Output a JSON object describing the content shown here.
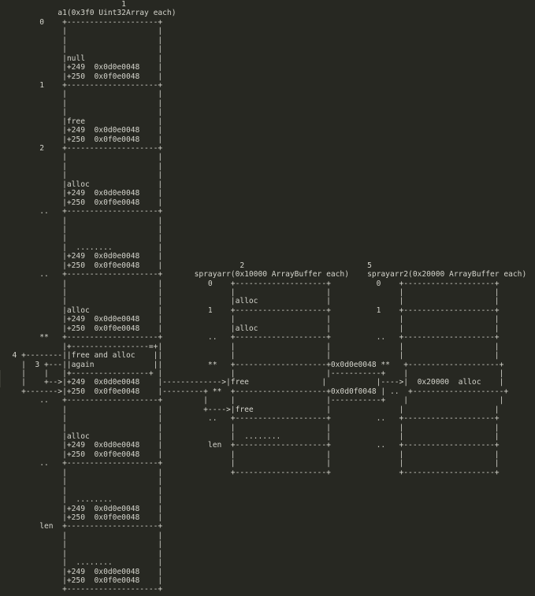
{
  "editor": {
    "lines": [
      "                          1",
      "            a1(0x3f0 Uint32Array each)",
      "        0    +--------------------+",
      "             |                    |",
      "             |                    |",
      "             |                    |",
      "             |null                |",
      "             |+249  0x0d0e0048    |",
      "             |+250  0x0f0e0048    |",
      "        1    +--------------------+",
      "             |                    |",
      "             |                    |",
      "             |                    |",
      "             |free                |",
      "             |+249  0x0d0e0048    |",
      "             |+250  0x0f0e0048    |",
      "        2    +--------------------+",
      "             |                    |",
      "             |                    |",
      "             |                    |",
      "             |alloc               |",
      "             |+249  0x0d0e0048    |",
      "             |+250  0x0f0e0048    |",
      "        ..   +--------------------+",
      "             |                    |",
      "             |                    |",
      "             |                    |",
      "             |  ........          |",
      "             |+249  0x0d0e0048    |",
      "             |+250  0x0f0e0048    |                 2                           5",
      "        ..   +--------------------+       sprayarr(0x10000 ArrayBuffer each)    sprayarr2(0x20000 ArrayBuffer each)",
      "             |                    |          0    +--------------------+          0    +--------------------+",
      "             |                    |               |                    |               |                    |",
      "             |                    |               |alloc               |               |                    |",
      "             |alloc               |          1    +--------------------+          1    +--------------------+",
      "             |+249  0x0d0e0048    |               |                    |               |                    |",
      "             |+250  0x0f0e0048    |               |alloc               |               |                    |",
      "        **   +--------------------+          ..   +--------------------+          ..   +--------------------+",
      "             |+-----------------=+|               |                    |               |                    |",
      "  4 +--------||free and alloc    ||               |                    |               |                    |",
      "    |  3 +---||again             ||          **   +--------------------+0x0d0e0048 **   +--------------------+",
      "    |    |   |+-----------------+ |               |                    |-----------+    |                    |",
      "    |    +-->|+249  0x0d0e0048    |------------->|free                |           |---->|  0x20000  alloc    |",
      "    +------->|+250  0x0f0e0048    |---------+ **  +--------------------+0x0d0f0048 | ..  +--------------------+",
      "        ..   +--------------------+         |     |                    |-----------+    |                    |",
      "             |                    |         +---->|free                |               |                    |",
      "             |                    |          ..   +--------------------+          ..   +--------------------+",
      "             |                    |               |                    |               |                    |",
      "             |alloc               |               |  ........          |               |                    |",
      "             |+249  0x0d0e0048    |          len  +--------------------+          ..   +--------------------+",
      "             |+250  0x0f0e0048    |               |                    |               |                    |",
      "        ..   +--------------------+               |                    |               |                    |",
      "             |                    |               +--------------------+               +--------------------+",
      "             |                    |",
      "             |                    |",
      "             |  ........          |",
      "             |+249  0x0d0e0048    |",
      "             |+250  0x0f0e0048    |",
      "        len  +--------------------+",
      "             |                    |",
      "             |                    |",
      "             |                    |",
      "             |  ........          |",
      "             |+249  0x0d0e0048    |",
      "             |+250  0x0f0e0048    |",
      "             +--------------------+"
    ]
  }
}
